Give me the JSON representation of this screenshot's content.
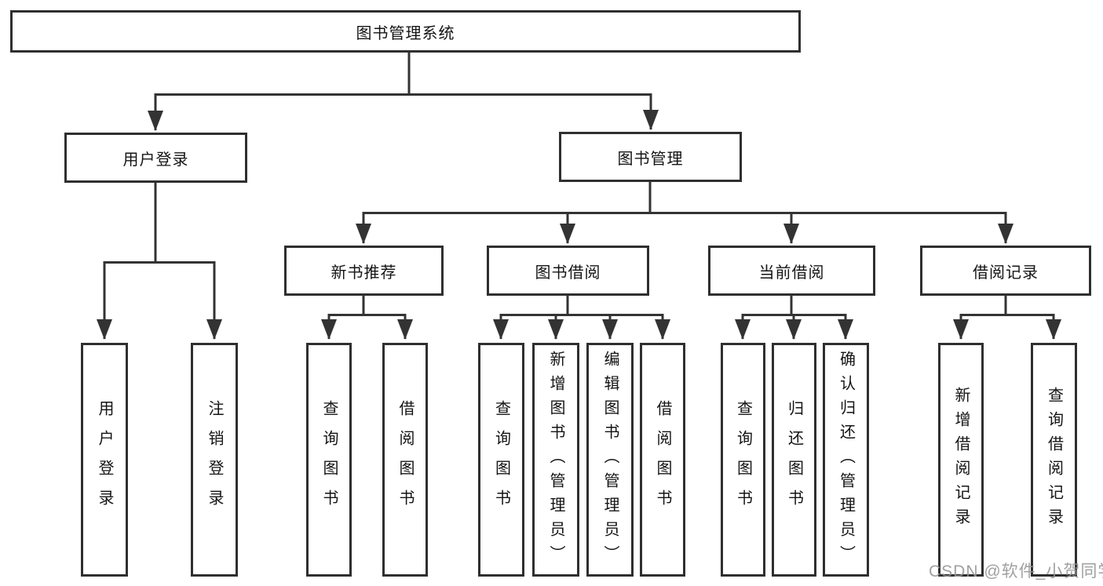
{
  "diagram": {
    "root": {
      "label": "图书管理系统"
    },
    "branches": [
      {
        "label": "用户登录",
        "children": [
          {
            "label": "用户登录"
          },
          {
            "label": "注销登录"
          }
        ]
      },
      {
        "label": "图书管理",
        "groups": [
          {
            "label": "新书推荐",
            "children": [
              {
                "label": "查询图书"
              },
              {
                "label": "借阅图书"
              }
            ]
          },
          {
            "label": "图书借阅",
            "children": [
              {
                "label": "查询图书"
              },
              {
                "label": "新增图书（管理员）"
              },
              {
                "label": "编辑图书（管理员）"
              },
              {
                "label": "借阅图书"
              }
            ]
          },
          {
            "label": "当前借阅",
            "children": [
              {
                "label": "查询图书"
              },
              {
                "label": "归还图书"
              },
              {
                "label": "确认归还（管理员）"
              }
            ]
          },
          {
            "label": "借阅记录",
            "children": [
              {
                "label": "新增借阅记录"
              },
              {
                "label": "查询借阅记录"
              }
            ]
          }
        ]
      }
    ]
  },
  "watermark": {
    "text": "CSDN @软件_小贺同学"
  },
  "colors": {
    "line": "#333333",
    "box_border": "#2f2f2f",
    "box_fill": "#ffffff",
    "text": "#141414",
    "watermark": "#969696"
  }
}
